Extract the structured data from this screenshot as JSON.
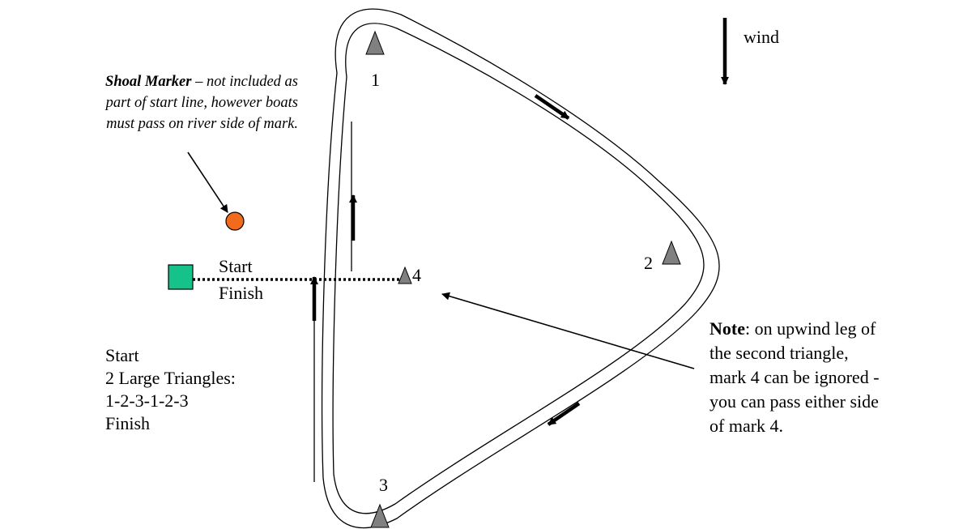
{
  "wind_label": "wind",
  "shoal": {
    "title": "Shoal Marker",
    "line1_rest": " – not included as",
    "line2": "part of start line, however boats",
    "line3": "must pass on river side of mark."
  },
  "line_labels": {
    "start": "Start",
    "finish": "Finish"
  },
  "marks": {
    "m1": "1",
    "m2": "2",
    "m3": "3",
    "m4": "4"
  },
  "course": {
    "line1": "Start",
    "line2": "2 Large Triangles:",
    "line3": "1-2-3-1-2-3",
    "line4": "Finish"
  },
  "note": {
    "bold": "Note",
    "line1_rest": ": on upwind leg of",
    "line2": "the second triangle,",
    "line3": "mark 4 can be ignored -",
    "line4": "you can pass either side",
    "line5": "of mark 4."
  },
  "colors": {
    "mark_fill": "#808080",
    "shoal_marker": "#f26b1d",
    "committee_boat": "#14c28a",
    "line": "#000000"
  },
  "icons": {
    "mark": "triangle-buoy-icon",
    "shoal": "orange-circle-buoy-icon",
    "committee": "square-committee-boat-icon",
    "direction": "arrow-icon"
  }
}
